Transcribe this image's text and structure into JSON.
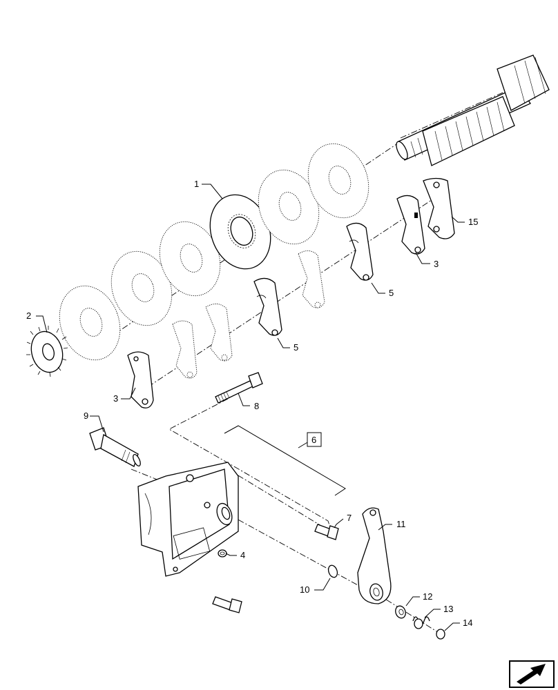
{
  "callouts": {
    "c1": "1",
    "c2": "2",
    "c3a": "3",
    "c3b": "3",
    "c4": "4",
    "c5a": "5",
    "c5b": "5",
    "c6": "6",
    "c7": "7",
    "c8": "8",
    "c9": "9",
    "c10": "10",
    "c11": "11",
    "c12": "12",
    "c13": "13",
    "c14": "14",
    "c15": "15"
  },
  "nav_icon": "return-arrow-icon"
}
